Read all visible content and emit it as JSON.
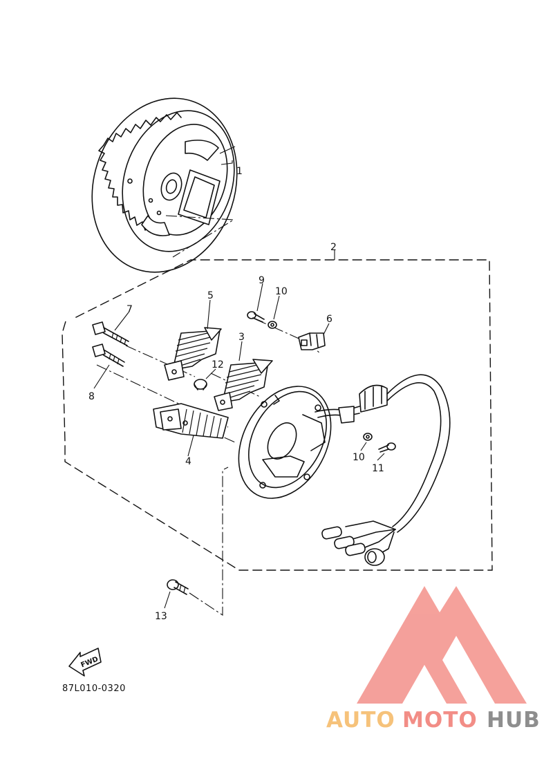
{
  "diagram": {
    "part_numbers": [
      "1",
      "2",
      "3",
      "4",
      "5",
      "6",
      "7",
      "8",
      "9",
      "10",
      "10",
      "11",
      "12",
      "13"
    ],
    "fwd_label": "FWD",
    "drawing_code": "87L010-0320"
  },
  "watermark": {
    "part1": "AUTO",
    "part2": "MOTO",
    "part3": "HUB",
    "colors": {
      "auto": "#f6c27a",
      "moto": "#f28d86",
      "hub": "#8e8e8e",
      "logo": "#f3908a"
    }
  }
}
